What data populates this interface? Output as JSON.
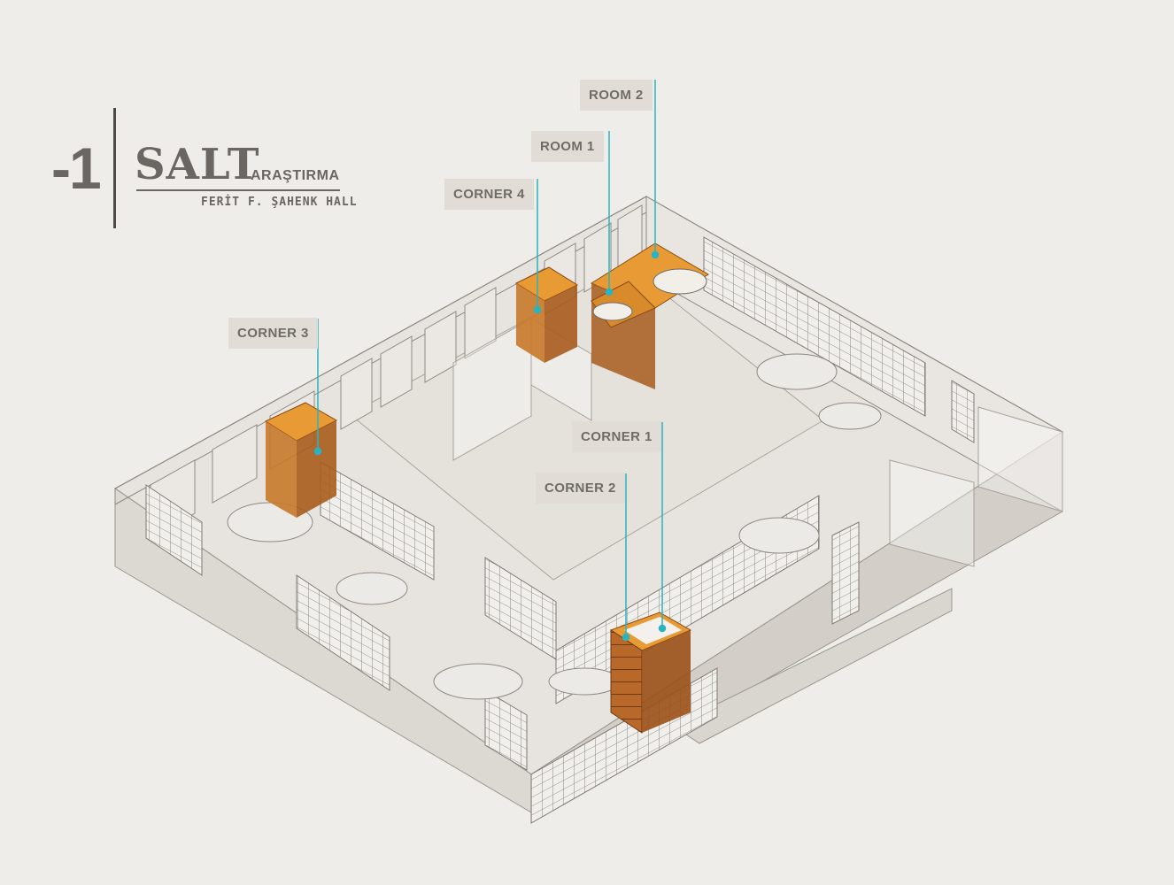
{
  "header": {
    "level": "-1",
    "brand": "SALT",
    "brand_sub": "ARAŞTIRMA",
    "hall": "FERİT F. ŞAHENK HALL"
  },
  "callouts": {
    "room_2": "ROOM 2",
    "room_1": "ROOM 1",
    "corner_4": "CORNER 4",
    "corner_3": "CORNER 3",
    "corner_1": "CORNER 1",
    "corner_2": "CORNER 2"
  },
  "colors": {
    "background": "#efede9",
    "highlight_orange": "#d98d2c",
    "leader_line": "#2ab3c0",
    "label_bg": "#e1ddd6",
    "label_text": "#6f6b66"
  }
}
